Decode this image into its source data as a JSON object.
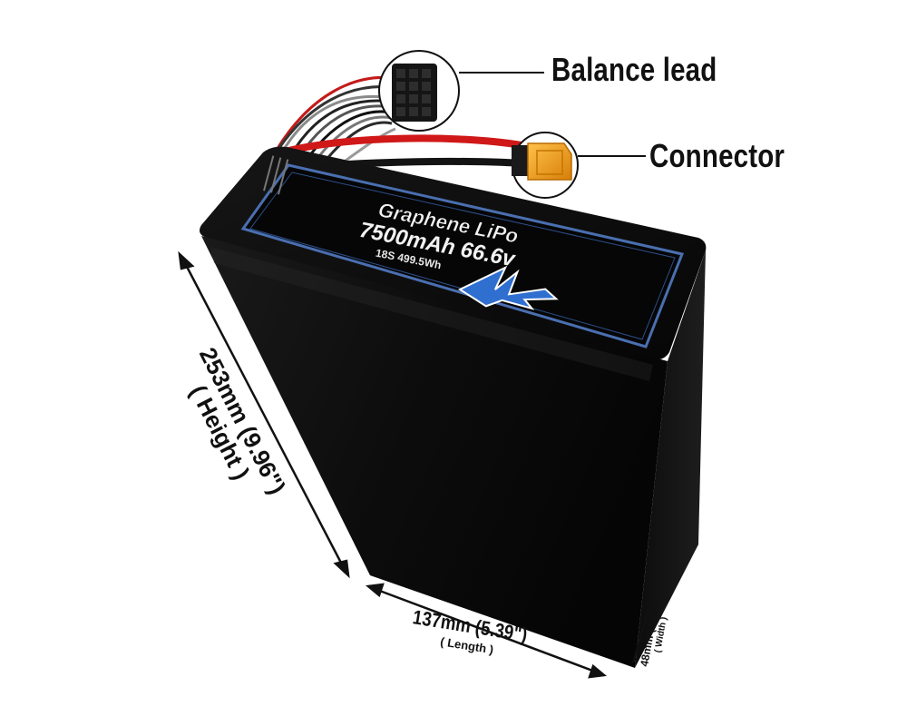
{
  "callouts": {
    "balance_lead": "Balance lead",
    "connector": "Connector"
  },
  "label": {
    "line1": "Graphene LiPo",
    "line2": "7500mAh 66.6v",
    "line3": "18S 499.5Wh"
  },
  "dimensions": {
    "height_value": "253mm (9.96\")",
    "height_caption": "( Height )",
    "length_value": "137mm (5.39\")",
    "length_caption": "( Length )",
    "width_value": "48mm (1.88\")",
    "width_caption": "( Width )"
  },
  "colors": {
    "battery_body": "#0b0b0b",
    "label_border": "#4a6fb0",
    "logo_blue": "#2f6fd0",
    "wire_red": "#d01818",
    "connector_yellow": "#f0a020"
  },
  "icons": {
    "logo": "maxamps-logo-icon"
  }
}
